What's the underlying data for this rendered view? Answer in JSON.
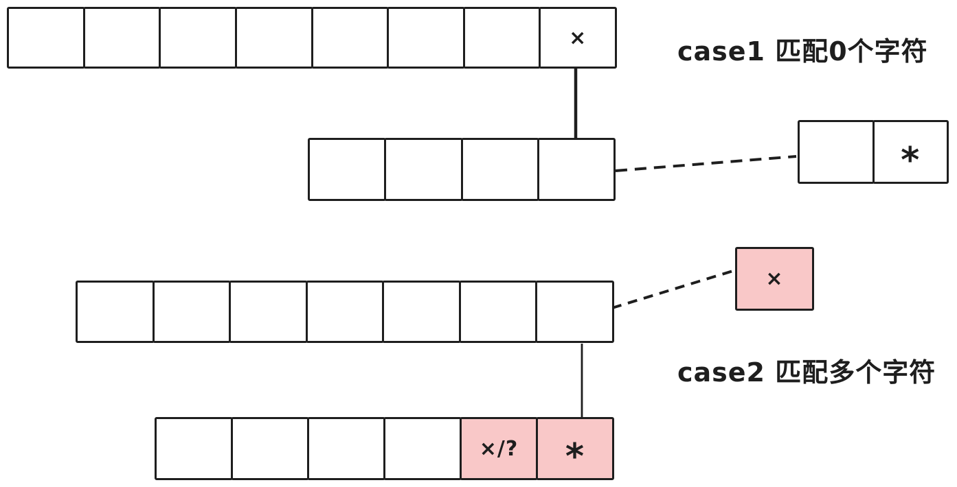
{
  "colors": {
    "stroke": "#1e1e1e",
    "highlight_fill": "#f9c8c8",
    "background": "#ffffff"
  },
  "case1": {
    "label": "case1 匹配0个字符",
    "text_row": {
      "cells": [
        "",
        "",
        "",
        "",
        "",
        "",
        "",
        "×"
      ],
      "highlighted": []
    },
    "match_row": {
      "cells": [
        "",
        "",
        "",
        ""
      ],
      "highlighted": []
    },
    "pattern_row": {
      "cells": [
        "",
        "*"
      ],
      "highlighted": []
    }
  },
  "case2": {
    "label": "case2 匹配多个字符",
    "text_row": {
      "cells": [
        "",
        "",
        "",
        "",
        "",
        "",
        ""
      ],
      "highlighted": []
    },
    "char_box": {
      "cells": [
        "×"
      ],
      "highlighted": [
        0
      ]
    },
    "match_row": {
      "cells": [
        "",
        "",
        "",
        "",
        "×/?",
        "*"
      ],
      "highlighted": [
        4,
        5
      ]
    }
  }
}
